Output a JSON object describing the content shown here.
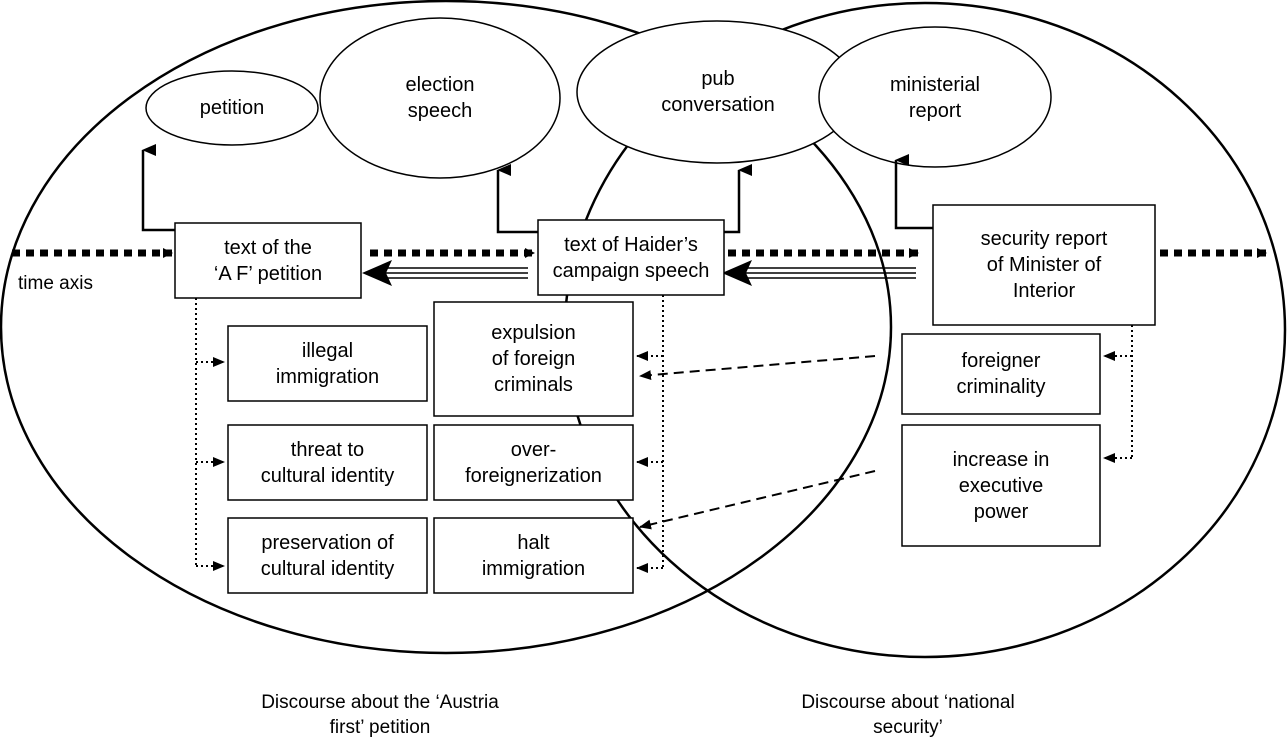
{
  "diagram": {
    "time_axis_label": "time axis",
    "genres": {
      "petition": "petition",
      "election_speech": "election\nspeech",
      "pub_conversation": "pub\nconversation",
      "ministerial_report": "ministerial\nreport"
    },
    "texts": {
      "af_petition": "text of the\n‘A F’ petition",
      "haider_speech": "text of Haider’s\ncampaign speech",
      "security_report": "security report\nof Minister of\nInterior"
    },
    "topics_petition": {
      "illegal_immigration": "illegal\nimmigration",
      "threat_cultural_identity": "threat to\ncultural identity",
      "preservation_cultural_identity": "preservation of\ncultural identity"
    },
    "topics_speech": {
      "expulsion": "expulsion\nof foreign\ncriminals",
      "over_foreignerization": "over-\nforeignerization",
      "halt_immigration": "halt\nimmigration"
    },
    "topics_security": {
      "foreigner_criminality": "foreigner\ncriminality",
      "executive_power": "increase in\nexecutive\npower"
    },
    "captions": {
      "austria_first": "Discourse about the ‘Austria\nfirst’ petition",
      "national_security": "Discourse about ‘national\nsecurity’"
    }
  }
}
